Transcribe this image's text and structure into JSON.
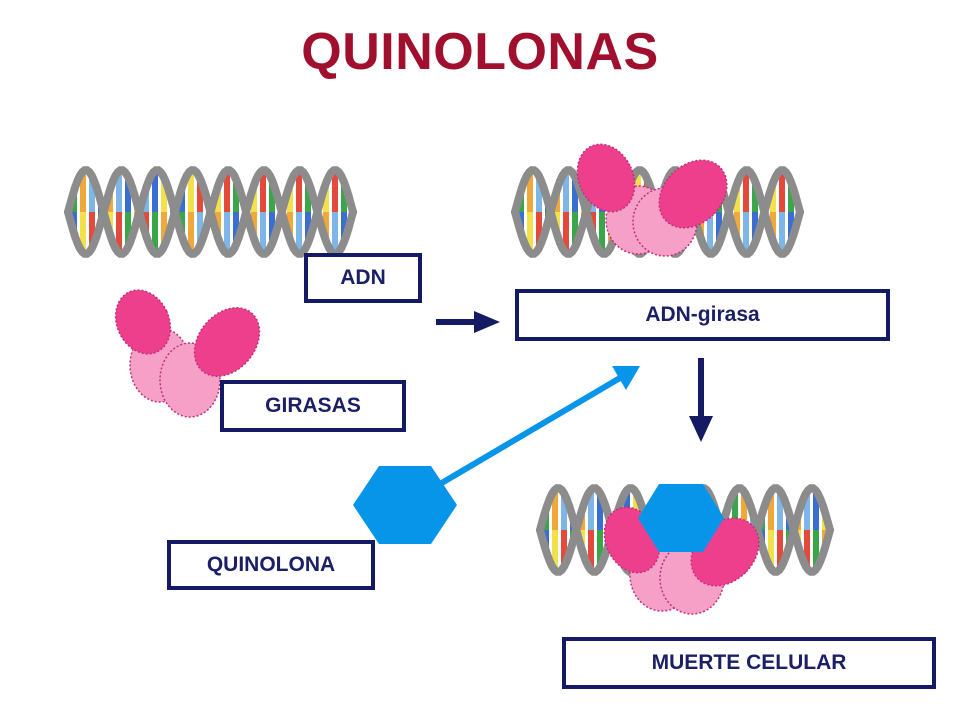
{
  "title": "QUINOLONAS",
  "labels": {
    "adn": "ADN",
    "girasas": "GIRASAS",
    "adn_girasa": "ADN-girasa",
    "quinolona": "QUINOLONA",
    "muerte": "MUERTE CELULAR"
  },
  "colors": {
    "title": "#a0102e",
    "box_border": "#141a63",
    "box_text": "#1b1f66",
    "enzyme_dark": "#ee3f8c",
    "enzyme_light": "#f6a0c8",
    "quinolone": "#0795ea",
    "helix": "#8c8c8c"
  },
  "icons": [
    "dna-helix-icon",
    "gyrase-enzyme-icon",
    "quinolone-hexagon-icon",
    "arrow-right-icon",
    "arrow-down-icon",
    "arrow-diagonal-icon"
  ]
}
